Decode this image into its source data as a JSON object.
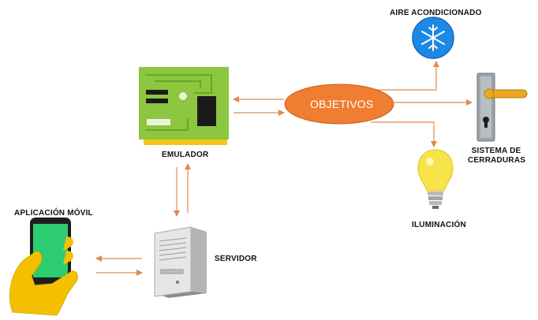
{
  "nodes": {
    "hub": {
      "label": "OBJETIVOS"
    },
    "emulator": {
      "label": "EMULADOR"
    },
    "server": {
      "label": "SERVIDOR"
    },
    "mobile": {
      "label": "APLICACIÓN MÓVIL"
    },
    "aircon": {
      "label": "AIRE ACONDICIONADO"
    },
    "locks": {
      "label_line1": "SISTEMA DE",
      "label_line2": "CERRADURAS"
    },
    "lighting": {
      "label": "ILUMINACIÓN"
    }
  },
  "colors": {
    "connector": "#e08a4a",
    "hub_fill": "#ef7d32",
    "board_fill": "#8dc63f",
    "board_pins": "#f5c518",
    "aircon_fill": "#1e88e5",
    "phone_hand": "#f5c000",
    "phone_screen": "#2ecc71",
    "bulb": "#f7e34a"
  },
  "icons": [
    "circuit-board-icon",
    "server-tower-icon",
    "smartphone-hand-icon",
    "snowflake-icon",
    "door-lock-icon",
    "light-bulb-icon"
  ]
}
